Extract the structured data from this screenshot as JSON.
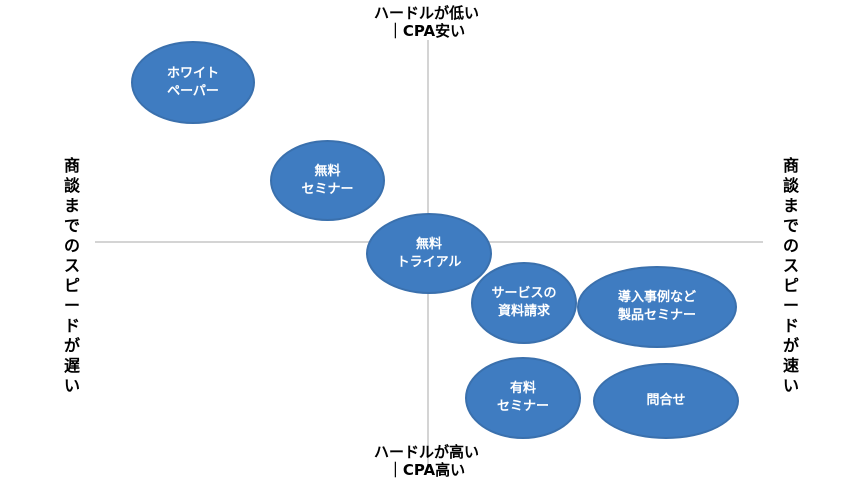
{
  "axes": {
    "top": {
      "line1": "ハードルが低い",
      "line2": "｜CPA安い"
    },
    "bottom": {
      "line1": "ハードルが高い",
      "line2": "｜CPA高い"
    },
    "left": "商談までのスピードが遅い",
    "right": "商談までのスピードが速い"
  },
  "bubbles": [
    {
      "id": "whitepaper",
      "lines": [
        "ホワイト",
        "ペーパー"
      ]
    },
    {
      "id": "free-seminar",
      "lines": [
        "無料",
        "セミナー"
      ]
    },
    {
      "id": "free-trial",
      "lines": [
        "無料",
        "トライアル"
      ]
    },
    {
      "id": "service-docs",
      "lines": [
        "サービスの",
        "資料請求"
      ]
    },
    {
      "id": "case-seminar",
      "lines": [
        "導入事例など",
        "製品セミナー"
      ]
    },
    {
      "id": "paid-seminar",
      "lines": [
        "有料",
        "セミナー"
      ]
    },
    {
      "id": "inquiry",
      "lines": [
        "問合せ"
      ]
    }
  ],
  "colors": {
    "bubble": "#3f7cc1",
    "bubble_border": "#3a70ad",
    "axis": "#d4d4d4"
  }
}
